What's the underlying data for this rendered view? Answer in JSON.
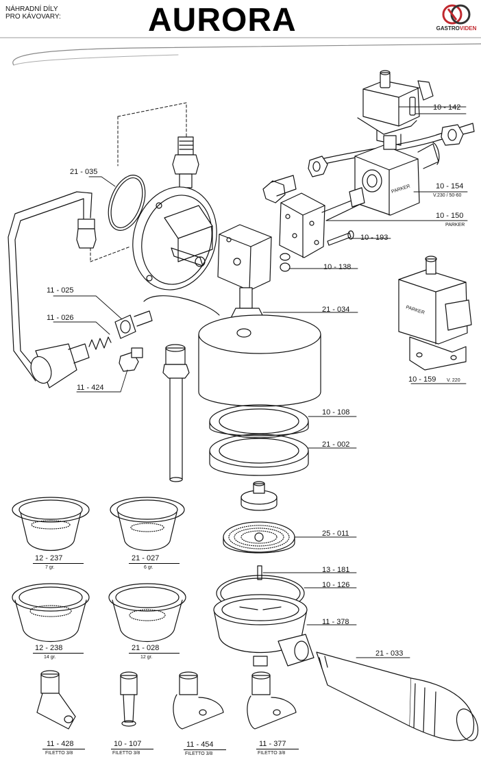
{
  "header": {
    "subtitle_line1": "NÁHRADNÍ DÍLY",
    "subtitle_line2": "PRO KÁVOVARY:",
    "title": "AURORA",
    "logo_text_a": "GASTRO",
    "logo_text_b": "VIDEN"
  },
  "parts": [
    {
      "id": "p-10-142",
      "number": "10 - 142",
      "note": ""
    },
    {
      "id": "p-10-154",
      "number": "10 - 154",
      "note": "V.230 / 50-60"
    },
    {
      "id": "p-21-035",
      "number": "21 - 035",
      "note": ""
    },
    {
      "id": "p-10-150",
      "number": "10 - 150",
      "note": "PARKER"
    },
    {
      "id": "p-10-193",
      "number": "10 - 193",
      "note": ""
    },
    {
      "id": "p-10-138",
      "number": "10 - 138",
      "note": ""
    },
    {
      "id": "p-11-025",
      "number": "11 - 025",
      "note": ""
    },
    {
      "id": "p-21-034",
      "number": "21 - 034",
      "note": ""
    },
    {
      "id": "p-11-026",
      "number": "11 - 026",
      "note": ""
    },
    {
      "id": "p-11-424",
      "number": "11 - 424",
      "note": ""
    },
    {
      "id": "p-10-159",
      "number": "10 - 159",
      "note": "V. 220"
    },
    {
      "id": "p-10-108",
      "number": "10 - 108",
      "note": ""
    },
    {
      "id": "p-21-002",
      "number": "21 - 002",
      "note": ""
    },
    {
      "id": "p-25-011",
      "number": "25 - 011",
      "note": ""
    },
    {
      "id": "p-12-237",
      "number": "12 - 237",
      "note": "7 gr."
    },
    {
      "id": "p-21-027",
      "number": "21 - 027",
      "note": "6 gr."
    },
    {
      "id": "p-13-181",
      "number": "13 - 181",
      "note": ""
    },
    {
      "id": "p-10-126",
      "number": "10 - 126",
      "note": ""
    },
    {
      "id": "p-11-378",
      "number": "11 - 378",
      "note": ""
    },
    {
      "id": "p-12-238",
      "number": "12 - 238",
      "note": "14 gr."
    },
    {
      "id": "p-21-028",
      "number": "21 - 028",
      "note": "12 gr."
    },
    {
      "id": "p-21-033",
      "number": "21 - 033",
      "note": ""
    },
    {
      "id": "p-11-428",
      "number": "11 - 428",
      "note": "FILETTO  3/8"
    },
    {
      "id": "p-10-107",
      "number": "10 - 107",
      "note": "FILETTO  3/8"
    },
    {
      "id": "p-11-454",
      "number": "11 - 454",
      "note": "FILETTO  3/8"
    },
    {
      "id": "p-11-377",
      "number": "11 - 377",
      "note": "FILETTO  3/8"
    }
  ],
  "valve_labels": {
    "upper": "PARKER",
    "side": "PARKER"
  }
}
